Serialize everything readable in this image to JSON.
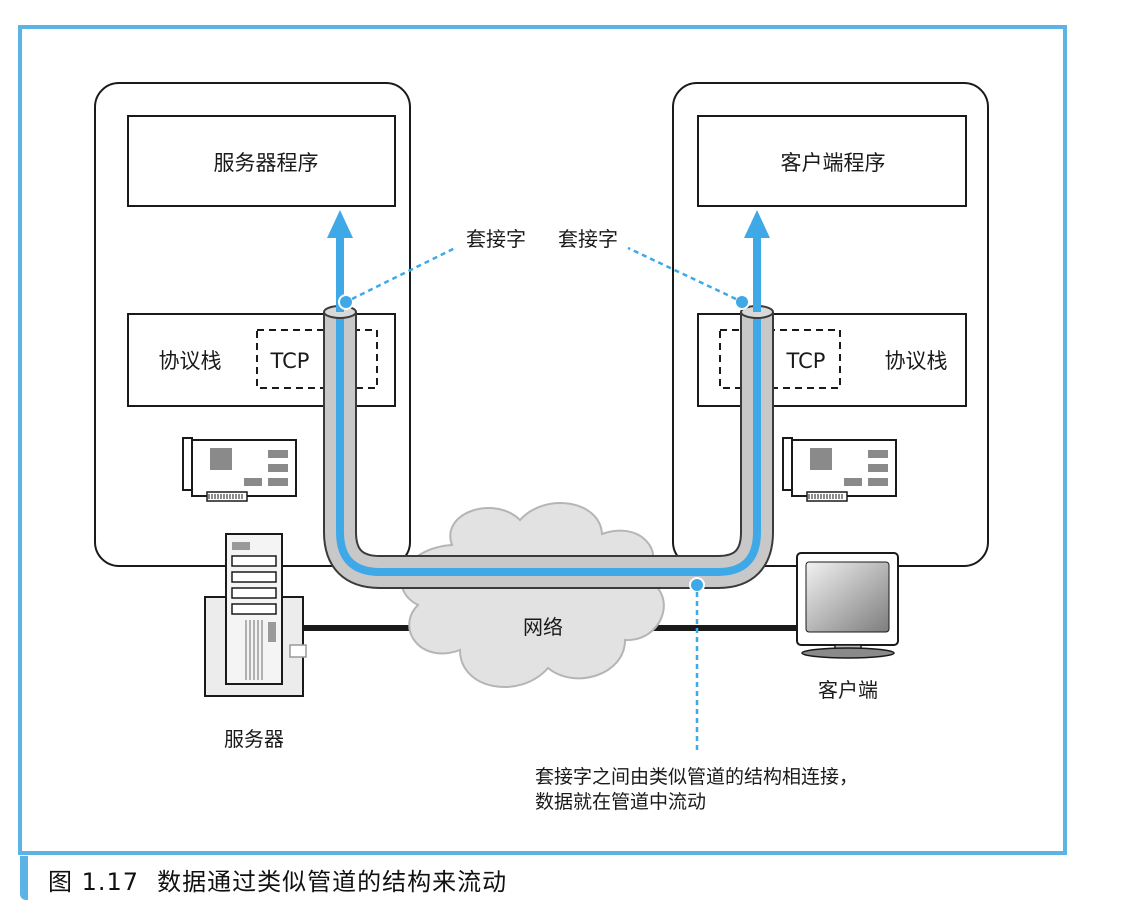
{
  "labels": {
    "server_program": "服务器程序",
    "client_program": "客户端程序",
    "socket_left": "套接字",
    "socket_right": "套接字",
    "protocol_stack_left": "协议栈",
    "protocol_stack_right": "协议栈",
    "tcp_left": "TCP",
    "tcp_right": "TCP",
    "network": "网络",
    "server": "服务器",
    "client": "客户端",
    "note_line1": "套接字之间由类似管道的结构相连接，",
    "note_line2": "数据就在管道中流动"
  },
  "caption": {
    "number": "图 1.17",
    "title": "数据通过类似管道的结构来流动"
  },
  "colors": {
    "frame": "#5bb4e5",
    "flow": "#3fa9e8",
    "pipe_fill": "#c8c8c8",
    "cloud_fill": "#e2e2e2"
  }
}
